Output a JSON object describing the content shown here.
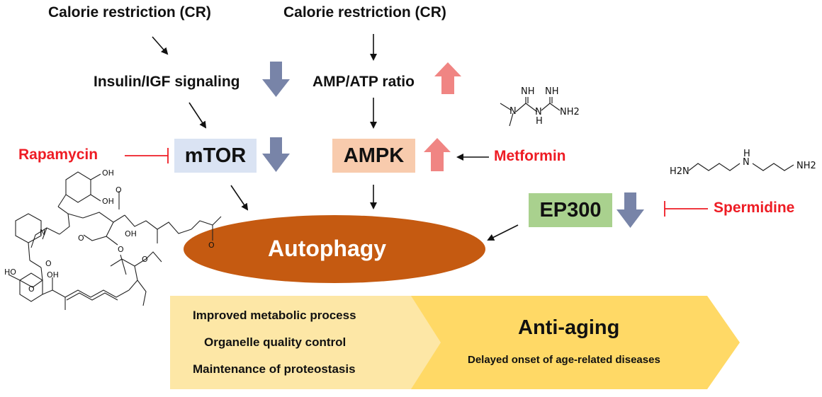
{
  "top": {
    "cr_left": "Calorie restriction (CR)",
    "cr_right": "Calorie restriction (CR)"
  },
  "middle": {
    "insulin": "Insulin/IGF signaling",
    "amp_atp": "AMP/ATP ratio"
  },
  "nodes": {
    "mtor": "mTOR",
    "ampk": "AMPK",
    "ep300": "EP300",
    "autophagy": "Autophagy"
  },
  "drugs": {
    "rapamycin": "Rapamycin",
    "metformin": "Metformin",
    "spermidine": "Spermidine"
  },
  "outcomes": {
    "items": [
      "Improved metabolic process",
      "Organelle quality control",
      "Maintenance of proteostasis"
    ],
    "anti_aging_title": "Anti-aging",
    "anti_aging_sub": "Delayed onset of age-related diseases"
  },
  "chem": {
    "metformin_labels": [
      "NH",
      "NH",
      "N",
      "N",
      "H",
      "NH2"
    ],
    "spermidine_labels": [
      "H2N",
      "N",
      "H",
      "NH2"
    ],
    "rapamycin_labels": [
      "OH",
      "OH",
      "O",
      "O",
      "OH",
      "N",
      "O",
      "O",
      "O",
      "HO",
      "O",
      "O",
      "OH"
    ]
  },
  "colors": {
    "down_arrow": "#7884a8",
    "up_arrow": "#f08583",
    "mtor_box": "#dae3f3",
    "ampk_box": "#f8cbad",
    "ep300_box": "#a9d18e",
    "autophagy": "#c55a11",
    "chevron_light": "#fde7a6",
    "chevron_dark": "#ffd966",
    "inhibit_red": "#ee1c24"
  }
}
